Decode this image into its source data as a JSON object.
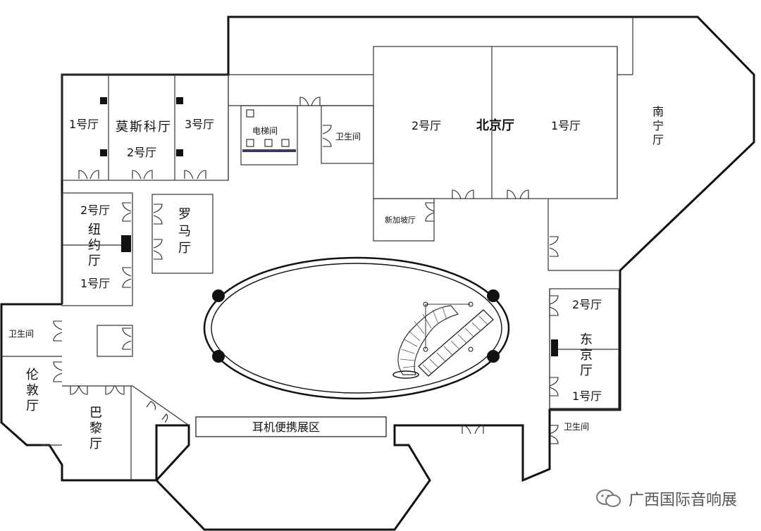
{
  "rooms": {
    "moscow_1": "1号厅",
    "moscow_name": "莫斯科厅",
    "moscow_2": "2号厅",
    "moscow_3": "3号厅",
    "elevator": "电梯间",
    "wc_top": "卫生间",
    "beijing_2": "2号厅",
    "beijing_name": "北京厅",
    "beijing_1": "1号厅",
    "nanning": "南宁厅",
    "singapore": "新加坡厅",
    "newyork_2": "2号厅",
    "newyork_name": "纽约厅",
    "newyork_1": "1号厅",
    "rome": "罗马厅",
    "wc_left": "卫生间",
    "london": "伦敦厅",
    "paris": "巴黎厅",
    "headphone": "耳机便携展区",
    "tokyo_2": "2号厅",
    "tokyo_name": "东京厅",
    "tokyo_1": "1号厅",
    "wc_right": "卫生间"
  },
  "watermark": "广西国际音响展",
  "icons": {
    "watermark_logo": "wechat-icon",
    "stair": "spiral-staircase-icon"
  }
}
